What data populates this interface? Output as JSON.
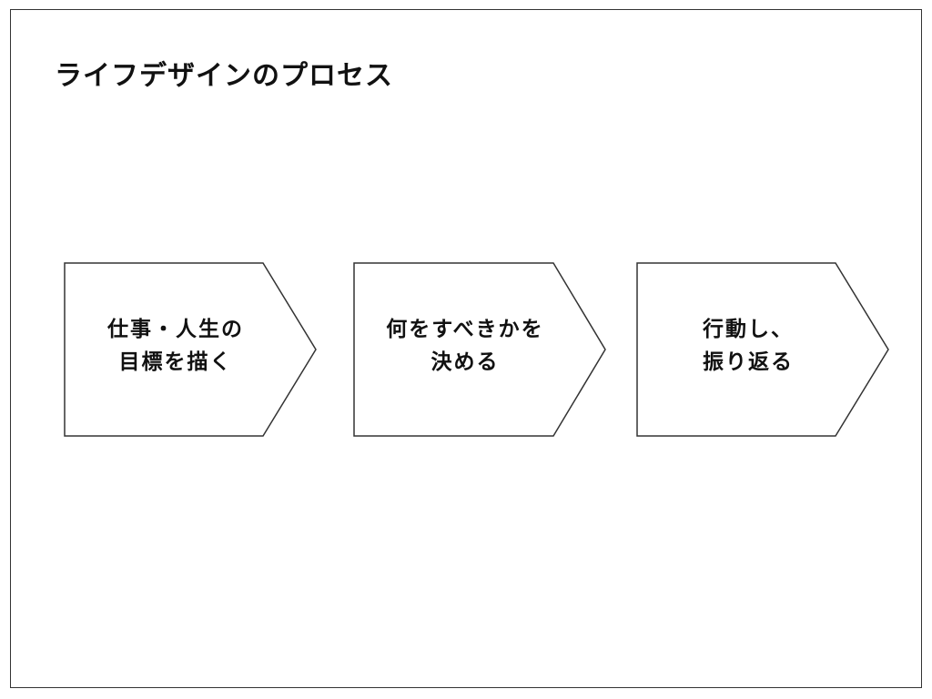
{
  "title": "ライフデザインのプロセス",
  "steps": [
    {
      "lines": [
        "仕事・人生の",
        "目標を描く"
      ]
    },
    {
      "lines": [
        "何をすべきかを",
        "決める"
      ]
    },
    {
      "lines": [
        "行動し、",
        "振り返る"
      ]
    }
  ]
}
